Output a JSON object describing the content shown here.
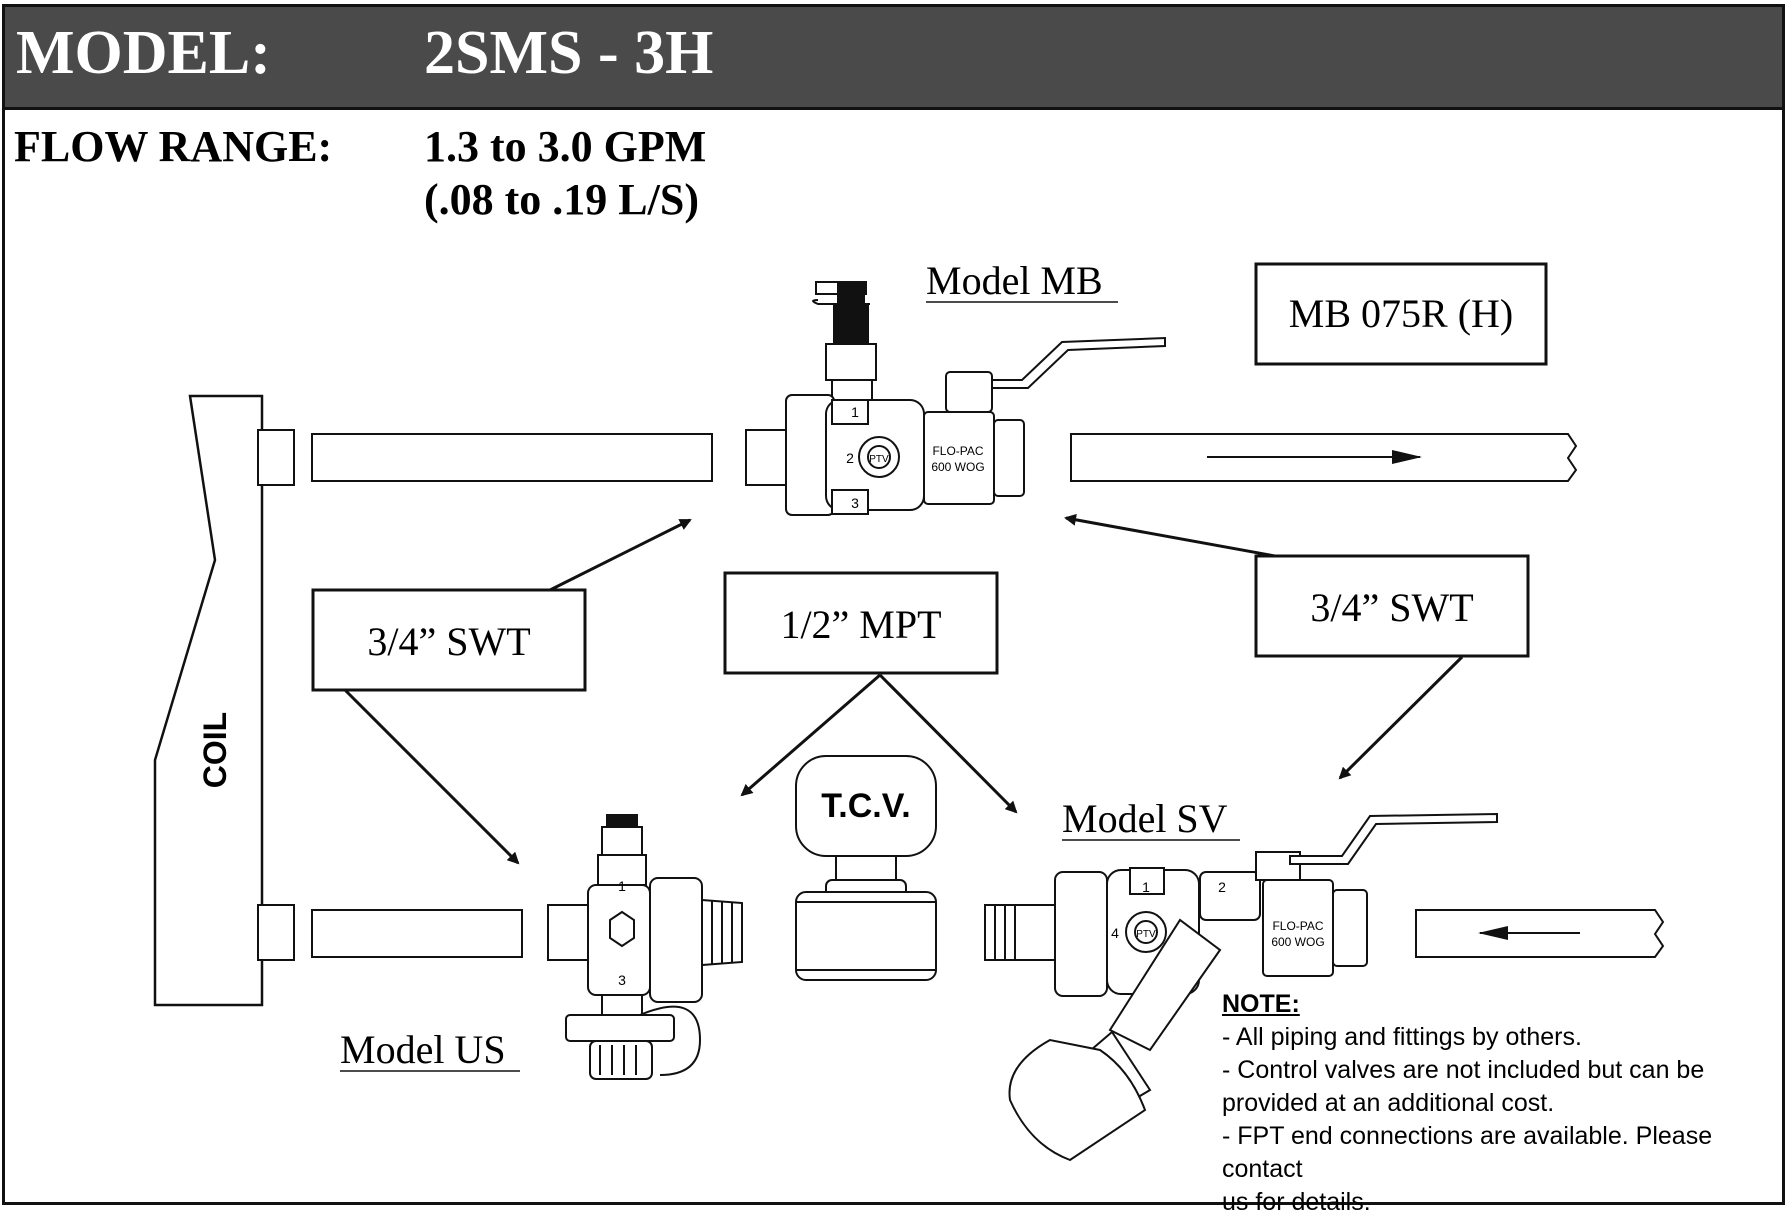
{
  "header": {
    "model_label": "MODEL:",
    "model_value": "2SMS - 3H",
    "flow_label": "FLOW RANGE:",
    "flow_gpm": "1.3 to 3.0 GPM",
    "flow_ls": "(.08 to .19 L/S)"
  },
  "diagram": {
    "coil_label": "COIL",
    "model_mb": "Model MB",
    "mb_part_box": "MB 075R (H)",
    "swt_left": "3/4” SWT",
    "mpt_center": "1/2” MPT",
    "swt_right": "3/4” SWT",
    "tcv_label": "T.C.V.",
    "model_sv": "Model SV",
    "model_us": "Model US",
    "valve_body_text_1": "FLO-PAC",
    "valve_body_text_2": "600 WOG",
    "port_numbers": [
      "1",
      "2",
      "3",
      "4"
    ],
    "ptv_text": "PTV"
  },
  "notes": {
    "title": "NOTE:",
    "lines": [
      "- All piping and fittings by others.",
      "- Control valves are not included but can be",
      "provided at an additional cost.",
      "- FPT end connections are available.  Please contact",
      "us for details."
    ]
  },
  "colors": {
    "header_bg": "#4a4a4a",
    "line": "#111111",
    "fill": "#ffffff"
  }
}
